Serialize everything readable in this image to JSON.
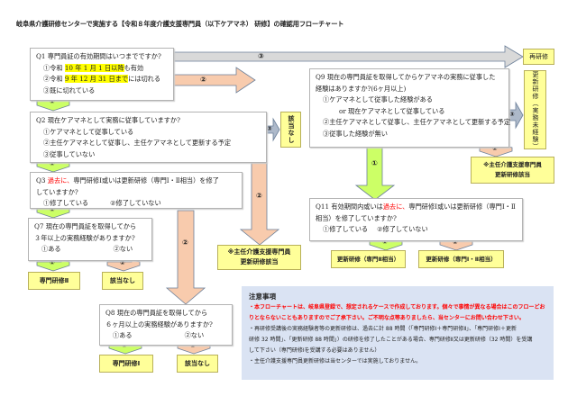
{
  "title": "岐阜県介護研修センターで実施する【令和８年度介護支援専門員（以下ケアマネ） 研修】の確認用フローチャート",
  "colors": {
    "gray_arrow": "#d9d9d9",
    "orange_arrow": "#f8cbad",
    "green_arrow": "#ccff66",
    "blue_arrow": "#adb9ca",
    "result_box": "#ffff99",
    "notes_bg": "#dae3f3",
    "highlight": "#ffff00",
    "red_text": "#ff0000"
  },
  "q1": {
    "question": "Q1 専門員証の有効期間はいつまでですか?",
    "opt1_pre": "①令和 ",
    "opt1_hl": "10 年 1 月 1 日以降",
    "opt1_post": "も有効",
    "opt2_pre": "②令和 ",
    "opt2_hl": "9 年 12 月 31 日まで",
    "opt2_post": "には切れる",
    "opt3": "③既に切れている"
  },
  "q2": {
    "question": "Q2 現在ケアマネとして実務に従事していますか?",
    "opt1": "①ケアマネとして従事している",
    "opt2": "②主任ケアマネとして従事し、主任ケアマネとして更新する予定",
    "opt3": "③従事していない"
  },
  "q3": {
    "question_pre": "Q3 ",
    "question_red": "過去に、",
    "question_post": "専門研修Ⅰ或いは更新研修（専門Ⅰ・Ⅱ相当）を修了",
    "question_line2": "していますか?",
    "opt1": "①修了している",
    "opt2": "②修了していない"
  },
  "q7": {
    "question": "Q7 現在の専門員証を取得してから",
    "question_line2": "３年以上の実務経験がありますか?",
    "opt1": "①ある",
    "opt2": "②ない"
  },
  "q8": {
    "question": "Q8 現在の専門員証を取得してから",
    "question_line2": "６ヶ月以上の実務経験がありますか?",
    "opt1": "①ある",
    "opt2": "②ない"
  },
  "q9": {
    "question": "Q9 現在の専門員証を取得してからケアマネの実務に従事した",
    "question_line2": "経験はありますか?(6ヶ月以上)",
    "opt1": "①ケアマネとして従事した経験がある",
    "opt1b": "or 現在ケアマネとして従事している",
    "opt2": "②主任ケアマネとして従事し、主任ケアマネとして更新する予定",
    "opt3": "③従事した経験が無い"
  },
  "q11": {
    "question_pre": "Q11 有効期間内或いは",
    "question_red": "過去に、",
    "question_post": "専門研修Ⅰ或いは更新研修（専門Ⅰ・Ⅱ",
    "question_line2": "相当）を修了していますか?",
    "opt1": "①修了している",
    "opt2": "②修了していない"
  },
  "results": {
    "re_training": "再研修",
    "renewal_no_exp": "更新研修（実務未経験）",
    "not_applicable_q2": "該当なし",
    "chief_renewal_q2_line1": "※主任介護支援専門員",
    "chief_renewal_q2_line2": "更新研修該当",
    "chief_renewal_q9_line1": "※主任介護支援専門員",
    "chief_renewal_q9_line2": "更新研修該当",
    "specialist_2": "専門研修Ⅱ",
    "not_applicable_q7": "該当なし",
    "specialist_1": "専門研修Ⅰ",
    "not_applicable_q8": "該当なし",
    "renewal_2": "更新研修（専門Ⅱ相当）",
    "renewal_1_2": "更新研修（専門Ⅰ・Ⅱ相当）"
  },
  "arrow_labels": {
    "one": "①",
    "two": "②",
    "three": "③"
  },
  "notes": {
    "title": "注意事項",
    "red_line1": "・本フローチャートは、岐阜県登録で、想定されるケースで作成しております。個々で事情が異なる場合はこのフローどお",
    "red_line2": "りとならないこともありますのでご了承下さい。ご不明な点等ありましたら、当センターにお問い合わせ下さい。",
    "line3": "・再研修受講後の実務経験者等の更新研修は、過去に計 88 時間（「専門研修Ⅰ＋専門研修Ⅱ」、「専門研修Ⅰ＋更新",
    "line4": "研修 32 時間」、「更新研修 88 時間」）の研修を修了したことがある場合、専門研修Ⅱ又は更新研修（32 時間）を受講",
    "line5": "して下さい（専門研修Ⅰを受講する必要はありません）",
    "line6": "・主任介護支援専門員更新研修は当センターでは実施しておりません。"
  }
}
